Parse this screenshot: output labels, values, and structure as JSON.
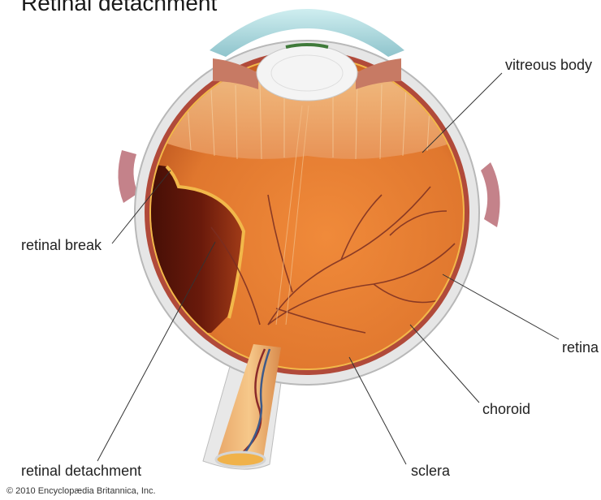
{
  "title": "Retinal detachment",
  "labels": {
    "vitreous_body": "vitreous body",
    "retinal_break": "retinal break",
    "retina": "retina",
    "choroid": "choroid",
    "sclera": "sclera",
    "retinal_detachment": "retinal detachment"
  },
  "credit": "© 2010 Encyclopædia Britannica, Inc.",
  "colors": {
    "vitreous": "#e0772e",
    "detached_region": "#5a1408",
    "retina": "#f2b84a",
    "choroid": "#b14a3a",
    "sclera": "#e4e4e4",
    "cornea": "#a9d6db",
    "lens": "#f2f2f2",
    "vessels": "#7a2e22"
  }
}
